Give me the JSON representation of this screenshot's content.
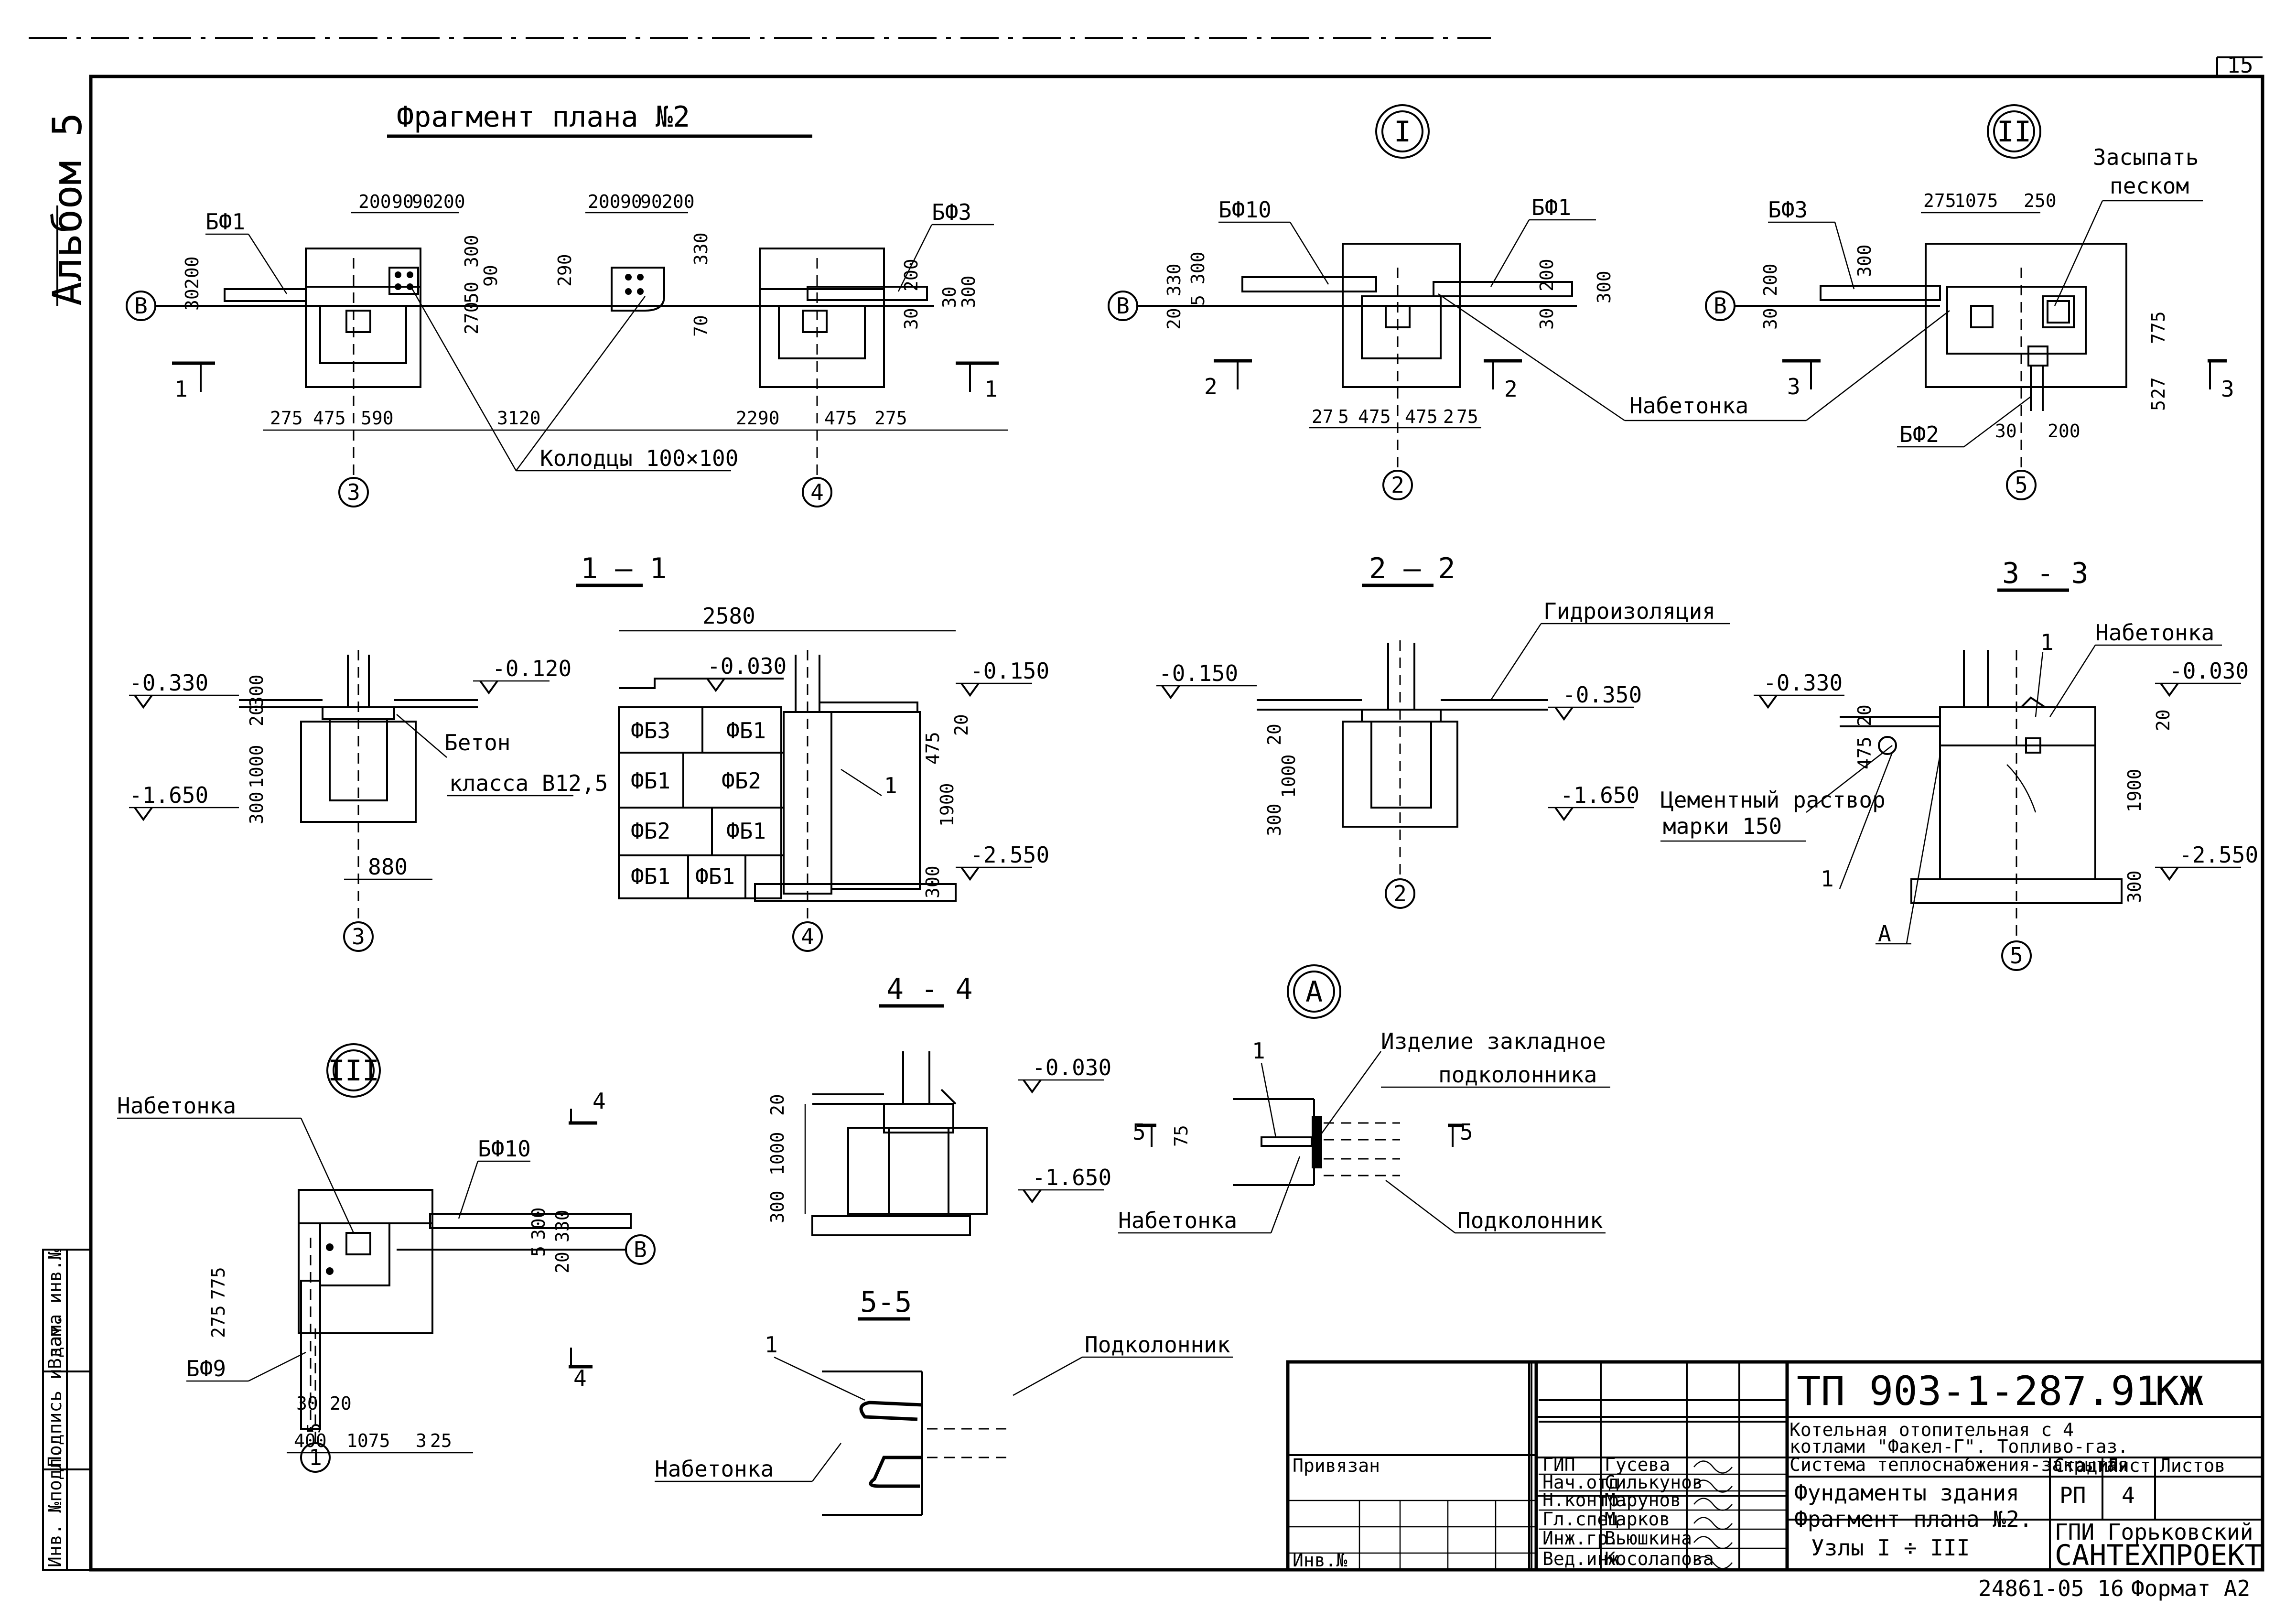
{
  "album": "Альбом 5",
  "sheet_number": "15",
  "page_footer": {
    "code": "24861-05 16",
    "format": "Формат А2"
  },
  "plan": {
    "title": "Фрагмент плана №2",
    "marks": {
      "bf1": "БФ1",
      "bf3": "БФ3"
    },
    "axis_b": "В",
    "axis_3": "3",
    "axis_4": "4",
    "section_mark": "1",
    "wells_label": "Колодцы 100×100",
    "dims_top_left": [
      "200",
      "90",
      "90",
      "200"
    ],
    "dims_top_right": [
      "200",
      "90",
      "90",
      "200"
    ],
    "dims_bottom": [
      "275",
      "475",
      "590",
      "3120",
      "2290",
      "475",
      "275"
    ],
    "dims_vert_left": [
      "30",
      "200"
    ],
    "dims_vert_mid": [
      "300",
      "90",
      "50",
      "270",
      "290",
      "330",
      "70"
    ],
    "dims_vert_right": [
      "30",
      "200",
      "300",
      "30"
    ]
  },
  "node1": {
    "title": "I",
    "marks": {
      "bf10": "БФ10",
      "bf1": "БФ1"
    },
    "axis_b": "В",
    "axis_2": "2",
    "section_mark": "2",
    "nabetonka": "Набетонка",
    "dims_bottom": [
      "27",
      "5",
      "475",
      "475",
      "2",
      "75"
    ],
    "dims_vert_left": [
      "20",
      "330",
      "5",
      "300"
    ],
    "dims_vert_right": [
      "30",
      "200",
      "300"
    ]
  },
  "node2": {
    "title": "II",
    "fill_note_1": "Засыпать",
    "fill_note_2": "песком",
    "marks": {
      "bf3": "БФ3",
      "bf2": "БФ2"
    },
    "axis_b": "В",
    "axis_5": "5",
    "section_mark": "3",
    "dims_top": [
      "275",
      "1075",
      "250"
    ],
    "dims_vert_left": [
      "30",
      "200",
      "300"
    ],
    "dims_vert_right": [
      "775",
      "27",
      "5"
    ],
    "dims_bottom": [
      "30",
      "200"
    ]
  },
  "sec11": {
    "title": "1 – 1",
    "width_dim": "2580",
    "levels": [
      "-0.330",
      "-1.650",
      "-0.120",
      "-0.030",
      "-0.150",
      "-2.550"
    ],
    "dims_left": [
      "300",
      "20",
      "1000",
      "300"
    ],
    "dims_right": [
      "475",
      "1900",
      "20",
      "300"
    ],
    "concrete_1": "Бетон",
    "concrete_2": "класса В12,5",
    "blocks": [
      "ФБ3",
      "ФБ1",
      "ФБ1",
      "ФБ2",
      "ФБ2",
      "ФБ1",
      "ФБ1",
      "ФБ1"
    ],
    "mark_1": "1",
    "bottom_dim": "880",
    "axis_3": "3",
    "axis_4": "4"
  },
  "sec22": {
    "title": "2 – 2",
    "waterproofing": "Гидроизоляция",
    "levels": [
      "-0.150",
      "-0.350",
      "-1.650"
    ],
    "dims_left": [
      "20",
      "1000",
      "300"
    ],
    "axis_2": "2"
  },
  "sec33": {
    "title": "3 - 3",
    "nabetonka": "Набетонка",
    "levels": [
      "-0.330",
      "-0.030",
      "-2.550"
    ],
    "dims_left": [
      "20",
      "475"
    ],
    "dims_right": [
      "20",
      "1900",
      "300"
    ],
    "mortar_1": "Цементный раствор",
    "mortar_2": "марки 150",
    "mark_1a": "1",
    "mark_1b": "1",
    "mark_a": "А",
    "axis_5": "5"
  },
  "sec44": {
    "title": "4 - 4",
    "levels": [
      "-0.030",
      "-1.650"
    ],
    "dims_left": [
      "20",
      "1000",
      "300"
    ]
  },
  "nodeA": {
    "title": "А",
    "embedded_1": "Изделие закладное",
    "embedded_2": "подколонника",
    "mark_1": "1",
    "section_mark": "5",
    "dim_75": "75",
    "nabetonka": "Набетонка",
    "podkolonnik": "Подколонник"
  },
  "node3": {
    "title": "III",
    "nabetonka": "Набетонка",
    "marks": {
      "bf10": "БФ10",
      "bf9": "БФ9"
    },
    "axis_b": "В",
    "axis_1": "1",
    "section_mark": "4",
    "dims_vert_left": [
      "275",
      "775",
      "5"
    ],
    "dims_vert_right": [
      "5",
      "300",
      "20",
      "330"
    ],
    "dims_bottom": [
      "400",
      "1075",
      "3",
      "25",
      "30",
      "20"
    ]
  },
  "sec55": {
    "title": "5-5",
    "mark_1": "1",
    "podkolonnik": "Подколонник",
    "nabetonka": "Набетонка"
  },
  "left_strip": [
    "Инв. №подл.",
    "Подпись и дата",
    "Взам. инв.№"
  ],
  "title_block": {
    "doc_code": "ТП 903-1-287.91",
    "mark": "КЖ",
    "privyazan": "Привязан",
    "inv_no": "Инв.№",
    "roles": [
      "ГИП",
      "Нач.отд",
      "Н.контр.",
      "Гл.спец",
      "Инж.гр.",
      "Вед.инж"
    ],
    "names": [
      "Гусева",
      "Силькунов",
      "Марунов",
      "Марков",
      "Вьюшкина",
      "Косолапова"
    ],
    "project_1": "Котельная отопительная с 4",
    "project_2": "котлами \"Факел-Г\". Топливо-газ.",
    "project_3": "Система теплоснабжения-закрытая",
    "sheet_title_1": "Фундаменты здания",
    "sheet_title_2": "Фрагмент плана №2.",
    "sheet_title_3": "Узлы I ÷ III",
    "stage_h": "Стадия",
    "sheet_h": "Лист",
    "sheets_h": "Листов",
    "stage": "РП",
    "sheet": "4",
    "org_1": "ГПИ Горьковский",
    "org_2": "САНТЕХПРОЕКТ"
  }
}
